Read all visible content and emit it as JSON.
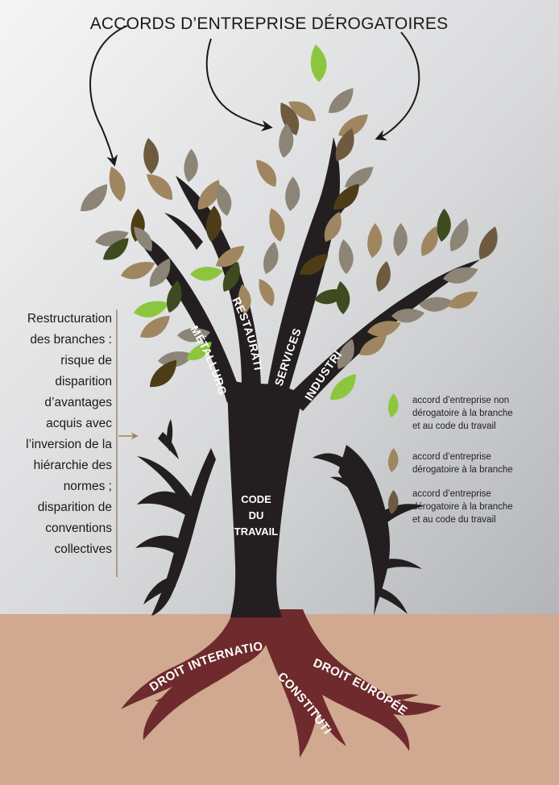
{
  "title": "ACCORDS D’ENTREPRISE DÉROGATOIRES",
  "branches": [
    "MÉTALLURGIE",
    "RESTAURATION",
    "SERVICES",
    "INDUSTRIE"
  ],
  "trunk": [
    "CODE",
    "DU",
    "TRAVAIL"
  ],
  "roots": [
    "DROIT INTERNATIONAL",
    "CONSTITUTION",
    "DROIT EUROPÉEN"
  ],
  "side_note": [
    "Restructuration",
    "des branches :",
    "risque de",
    "disparition",
    "d’avantages",
    "acquis avec",
    "l’inversion de la",
    "hiérarchie des",
    "normes ;",
    "disparition de",
    "conventions",
    "collectives"
  ],
  "legend": [
    {
      "lines": [
        "accord d’entreprise non",
        "dérogatoire à la branche",
        "et au code du travail"
      ],
      "color": "#8cc63f"
    },
    {
      "lines": [
        "accord d’entreprise",
        "dérogatoire à la branche"
      ],
      "color": "#a08660"
    },
    {
      "lines": [
        "accord d’entreprise",
        "dérogatoire à la branche",
        "et au code du travail"
      ],
      "color": "#6e5a3e"
    }
  ],
  "colors": {
    "sky_top": "#f3f3f3",
    "sky_bottom": "#b7b9bc",
    "soil": "#d0a990",
    "tree": "#231f20",
    "roots": "#6e2a2c",
    "leaf_light_green": "#8cc63f",
    "leaf_dark_green": "#3e4a1f",
    "leaf_tan": "#a08660",
    "leaf_brown": "#6e5a3e",
    "leaf_gray": "#8c8577",
    "leaf_dark_olive": "#4d3d16",
    "note_bracket": "#a08660"
  }
}
